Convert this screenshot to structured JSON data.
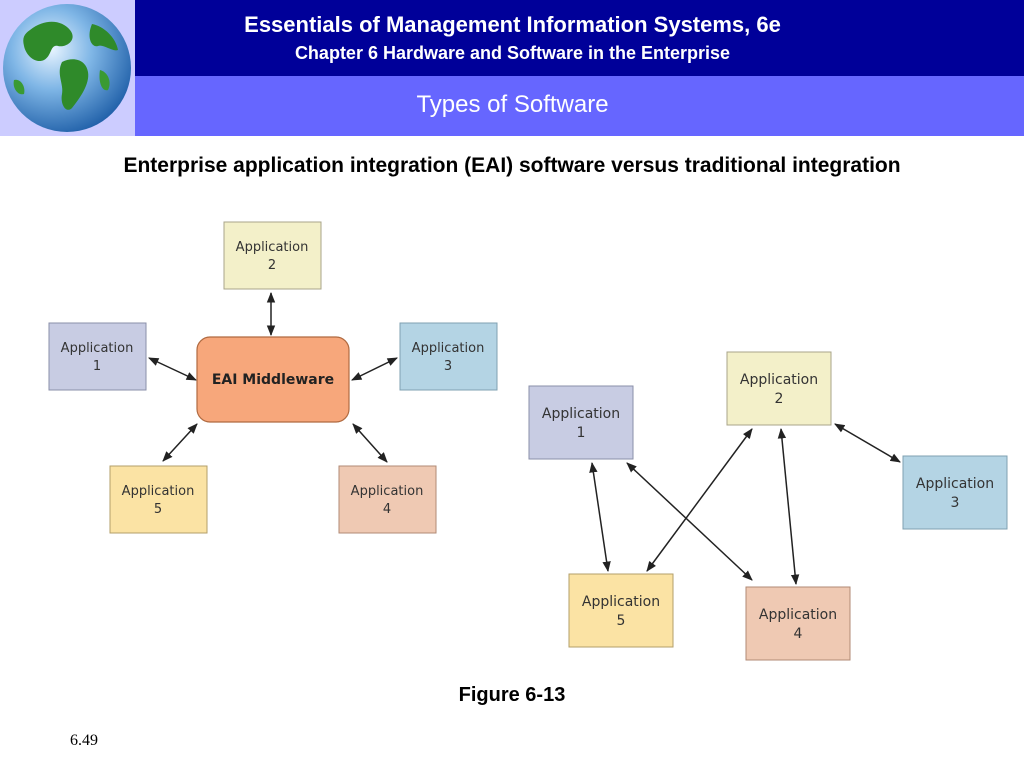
{
  "header": {
    "title": "Essentials of Management Information Systems, 6e",
    "chapter": "Chapter 6 Hardware and Software in the Enterprise",
    "section": "Types of Software"
  },
  "subtitle": "Enterprise application integration (EAI) software versus traditional integration",
  "eai": {
    "middleware": "EAI Middleware",
    "apps": [
      {
        "line1": "Application",
        "line2": "1"
      },
      {
        "line1": "Application",
        "line2": "2"
      },
      {
        "line1": "Application",
        "line2": "3"
      },
      {
        "line1": "Application",
        "line2": "4"
      },
      {
        "line1": "Application",
        "line2": "5"
      }
    ]
  },
  "traditional": {
    "apps": [
      {
        "line1": "Application",
        "line2": "1"
      },
      {
        "line1": "Application",
        "line2": "2"
      },
      {
        "line1": "Application",
        "line2": "3"
      },
      {
        "line1": "Application",
        "line2": "4"
      },
      {
        "line1": "Application",
        "line2": "5"
      }
    ]
  },
  "colors": {
    "app1": "#c8cce3",
    "app2": "#f3f0c9",
    "app3": "#b4d4e4",
    "app4": "#efc9b3",
    "app5": "#fbe3a4",
    "middleware": "#f7a77b"
  },
  "caption": "Figure 6-13",
  "slide_number": "6.49"
}
